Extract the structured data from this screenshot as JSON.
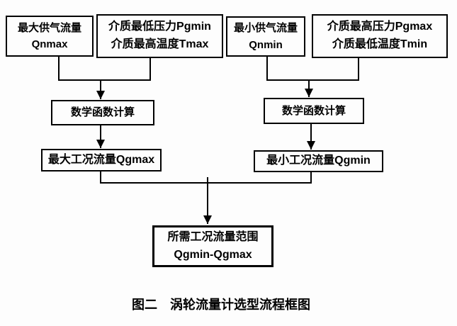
{
  "diagram": {
    "title_caption": "图二　涡轮流量计选型流程框图",
    "line_color": "#000000",
    "background_color": "#fdfdfd",
    "nodes": {
      "max_supply_flow": {
        "line1": "最大供气流量",
        "line2": "Qnmax"
      },
      "medium_for_max": {
        "line1": "介质最低压力Pgmin",
        "line2": "介质最高温度Tmax"
      },
      "min_supply_flow": {
        "line1": "最小供气流量",
        "line2": "Qnmin"
      },
      "medium_for_min": {
        "line1": "介质最高压力Pgmax",
        "line2": "介质最低温度Tmin"
      },
      "math_calc_left": {
        "label": "数学函数计算"
      },
      "math_calc_right": {
        "label": "数学函数计算"
      },
      "max_working_flow": {
        "label": "最大工况流量Qgmax"
      },
      "min_working_flow": {
        "label": "最小工况流量Qgmin"
      },
      "required_range": {
        "line1": "所需工况流量范围",
        "line2": "Qgmin-Qgmax"
      }
    }
  }
}
